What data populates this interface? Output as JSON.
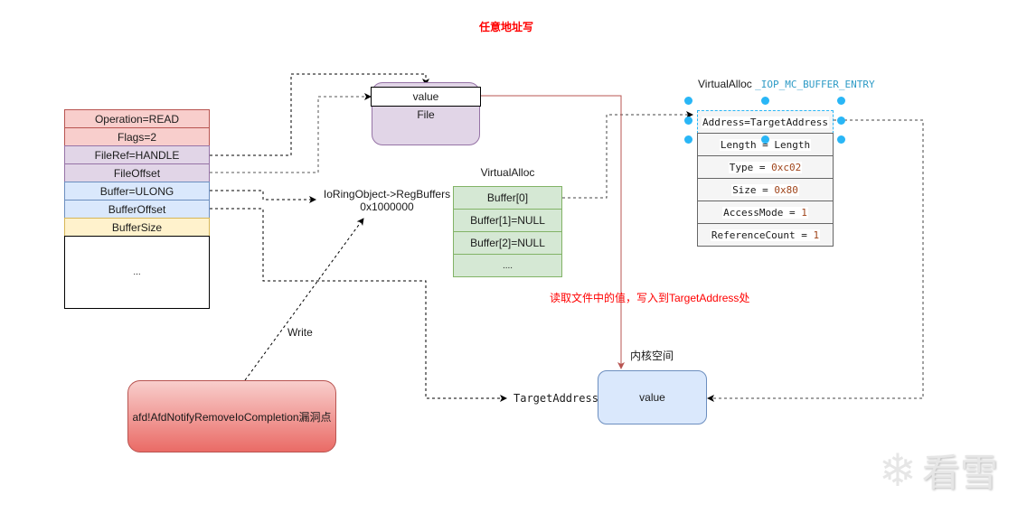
{
  "title": "任意地址写",
  "io_request": {
    "fields": [
      {
        "label": "Operation=READ",
        "color": "red"
      },
      {
        "label": "Flags=2",
        "color": "red"
      },
      {
        "label": "FileRef=HANDLE",
        "color": "purple"
      },
      {
        "label": "FileOffset",
        "color": "purple"
      },
      {
        "label": "Buffer=ULONG",
        "color": "blue"
      },
      {
        "label": "BufferOffset",
        "color": "blue"
      },
      {
        "label": "BufferSize",
        "color": "yellow"
      }
    ],
    "rest_label": "..."
  },
  "file_box": {
    "value_label": "value",
    "file_label": "File"
  },
  "regbuffers": {
    "line1": "IoRingObject->RegBuffers",
    "line2": "0x1000000"
  },
  "virtualalloc_buffers": {
    "title": "VirtualAlloc",
    "rows": [
      "Buffer[0]",
      "Buffer[1]=NULL",
      "Buffer[2]=NULL",
      "...."
    ]
  },
  "buffer_entry": {
    "title": "VirtualAlloc",
    "struct_name": "_IOP_MC_BUFFER_ENTRY",
    "rows": [
      {
        "key": "Address=TargetAddress",
        "value": ""
      },
      {
        "key": "Length = Length",
        "value": ""
      },
      {
        "key": "Type = ",
        "value": "0xc02"
      },
      {
        "key": "Size = ",
        "value": "0x80"
      },
      {
        "key": "AccessMode = ",
        "value": "1"
      },
      {
        "key": "ReferenceCount = ",
        "value": "1"
      }
    ]
  },
  "annotation_red": "读取文件中的值，写入到TargetAddress处",
  "kernel_space_label": "内核空间",
  "kernel_value_label": "value",
  "target_address_label": "TargetAddress",
  "write_label": "Write",
  "vuln_box_label": "afd!AfdNotifyRemoveIoCompletion漏洞点",
  "watermark": "看雪",
  "colors": {
    "red_fill": "#f8cecc",
    "red_stroke": "#b85450",
    "purple_fill": "#e1d5e7",
    "purple_stroke": "#9673a6",
    "blue_fill": "#dae8fc",
    "blue_stroke": "#6c8ebf",
    "yellow_fill": "#fff2cc",
    "yellow_stroke": "#d6b656",
    "green_fill": "#d5e8d4",
    "green_stroke": "#82b366",
    "accent_red": "#ff0000",
    "selection": "#29b6f6"
  }
}
